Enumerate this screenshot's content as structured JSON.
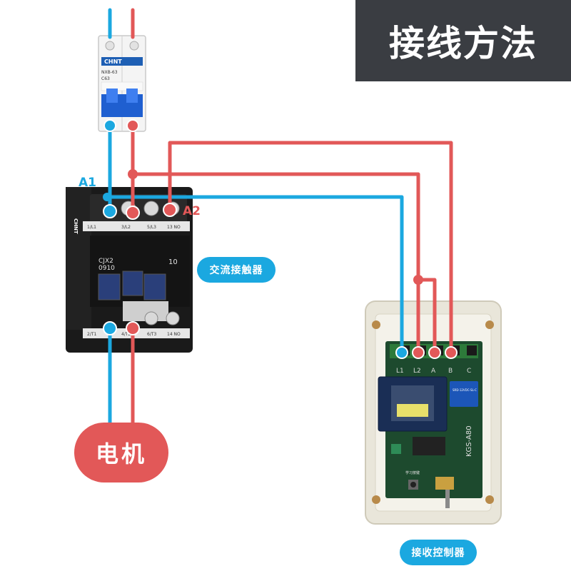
{
  "title": "接线方法",
  "labels": {
    "contactor": "交流接触器",
    "motor": "电机",
    "receiver": "接收控制器",
    "a1": "A1",
    "a2": "A2"
  },
  "breaker": {
    "brand": "CHNT",
    "model": "NXB-63",
    "rating": "C63"
  },
  "contactor": {
    "brand": "CHNT",
    "model_line1": "CJX2",
    "model_line2": "0910",
    "aux": "10",
    "top_terminals": [
      "1/L1",
      "3/L2",
      "5/L3",
      "13 NO"
    ],
    "bottom_terminals": [
      "2/T1",
      "4/T2",
      "6/T3",
      "14 NO"
    ]
  },
  "receiver": {
    "terminals": [
      "L1",
      "L2",
      "A",
      "B",
      "C"
    ],
    "board_model": "KGS-A80",
    "relay_text": "SRD-12VDC-SL-C",
    "learn_label": "学习按键"
  },
  "colors": {
    "live_wire": "#e25858",
    "neutral_wire": "#1ba8e0",
    "title_bg": "#3a3d42"
  }
}
